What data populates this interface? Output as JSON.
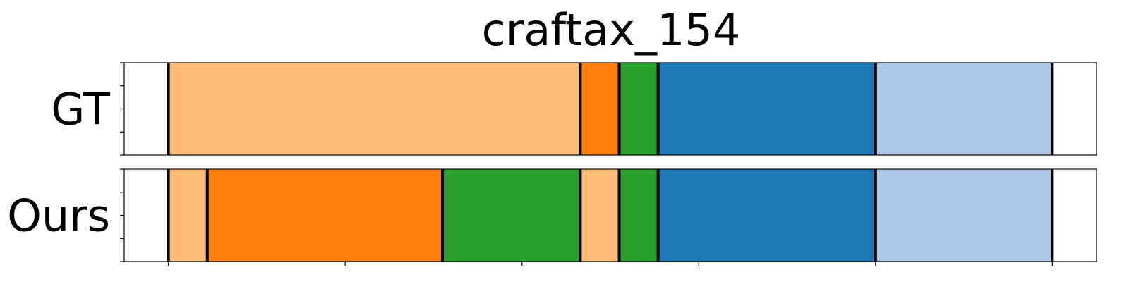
{
  "chart_data": {
    "type": "bar",
    "orientation": "horizontal-segments",
    "title": "craftax_154",
    "xlim": [
      0,
      550
    ],
    "x_ticks": [
      25,
      125,
      225,
      325,
      425,
      525
    ],
    "rows": [
      {
        "label": "GT",
        "segments": [
          {
            "start": 25,
            "end": 258,
            "color": "#ffbb78"
          },
          {
            "start": 258,
            "end": 280,
            "color": "#ff7f0e"
          },
          {
            "start": 280,
            "end": 302,
            "color": "#2ca02c"
          },
          {
            "start": 302,
            "end": 425,
            "color": "#1f77b4"
          },
          {
            "start": 425,
            "end": 525,
            "color": "#aec7e8"
          }
        ],
        "boundaries": [
          25,
          258,
          280,
          302,
          425,
          525
        ]
      },
      {
        "label": "Ours",
        "segments": [
          {
            "start": 25,
            "end": 47,
            "color": "#ffbb78"
          },
          {
            "start": 47,
            "end": 180,
            "color": "#ff7f0e"
          },
          {
            "start": 180,
            "end": 258,
            "color": "#2ca02c"
          },
          {
            "start": 258,
            "end": 280,
            "color": "#ffbb78"
          },
          {
            "start": 280,
            "end": 302,
            "color": "#2ca02c"
          },
          {
            "start": 302,
            "end": 425,
            "color": "#1f77b4"
          },
          {
            "start": 425,
            "end": 525,
            "color": "#aec7e8"
          }
        ],
        "boundaries": [
          25,
          47,
          180,
          258,
          280,
          302,
          425,
          525
        ]
      }
    ]
  }
}
